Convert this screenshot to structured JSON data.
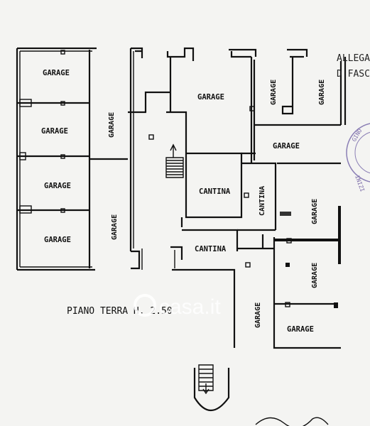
{
  "plan": {
    "caption": "PIANO TERRA H. 2.50",
    "rooms": {
      "garage_left_1": "GARAGE",
      "garage_left_2": "GARAGE",
      "garage_left_3": "GARAGE",
      "garage_left_4": "GARAGE",
      "garage_corridor_left": "GARAGE",
      "garage_corridor_left_2": "GARAGE",
      "garage_top_center": "GARAGE",
      "garage_top_narrow_1": "GARAGE",
      "garage_top_narrow_2": "GARAGE",
      "garage_mid_right": "GARAGE",
      "garage_right_1": "GARAGE",
      "garage_right_2": "GARAGE",
      "garage_right_bottom": "GARAGE",
      "garage_bottom_corridor": "GARAGE",
      "cantina_1": "CANTINA",
      "cantina_2": "CANTINA",
      "cantina_3": "CANTINA"
    },
    "margin_text": {
      "line1": "ALLEGAT",
      "line2": "D FASC"
    },
    "stamp": {
      "line1": "GINO",
      "line2": "INIZI"
    },
    "watermark": "casa.it"
  }
}
